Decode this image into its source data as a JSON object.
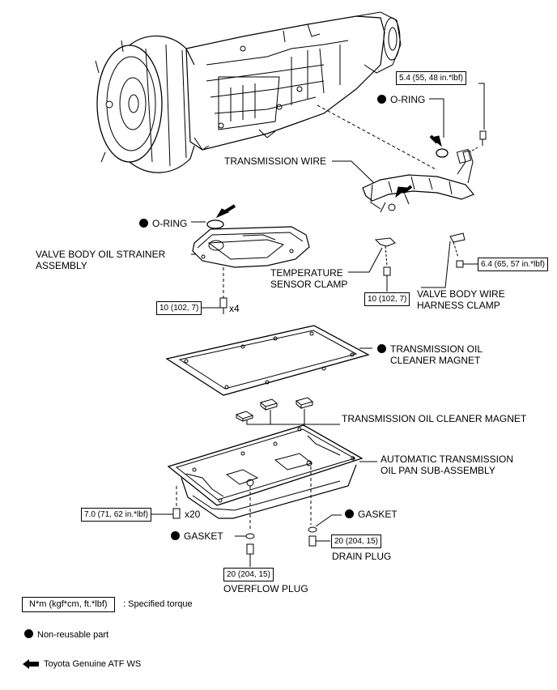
{
  "labels": {
    "transmission_wire": "TRANSMISSION WIRE",
    "o_ring_upper": "O-RING",
    "o_ring_left": "O-RING",
    "strainer_line1": "VALVE BODY OIL STRAINER",
    "strainer_line2": "ASSEMBLY",
    "temp_clamp_line1": "TEMPERATURE",
    "temp_clamp_line2": "SENSOR CLAMP",
    "vb_clamp_line1": "VALVE BODY WIRE",
    "vb_clamp_line2": "HARNESS CLAMP",
    "cleaner_magnet_upper_line1": "TRANSMISSION OIL",
    "cleaner_magnet_upper_line2": "CLEANER MAGNET",
    "cleaner_magnet_lower": "TRANSMISSION OIL CLEANER MAGNET",
    "oil_pan_line1": "AUTOMATIC TRANSMISSION",
    "oil_pan_line2": "OIL PAN SUB-ASSEMBLY",
    "gasket_right": "GASKET",
    "gasket_left": "GASKET",
    "drain_plug": "DRAIN PLUG",
    "overflow_plug": "OVERFLOW PLUG"
  },
  "torques": {
    "upper_bolt": "5.4 (55, 48 in.*lbf)",
    "vb_clamp_bolt": "6.4 (65, 57 in.*lbf)",
    "strainer_bolts": "10 (102, 7)",
    "temp_clamp_bolt": "10 (102, 7)",
    "pan_bolts": "7.0 (71, 62 in.*lbf)",
    "drain_plug": "20 (204, 15)",
    "overflow_plug": "20 (204, 15)"
  },
  "quantities": {
    "strainer_bolts": "x4",
    "pan_bolts": "x20"
  },
  "legend": {
    "torque_box": "N*m (kgf*cm, ft.*lbf)",
    "torque_desc": ": Specified torque",
    "nonreusable": "Non-reusable part",
    "atf": "Toyota Genuine ATF WS"
  }
}
